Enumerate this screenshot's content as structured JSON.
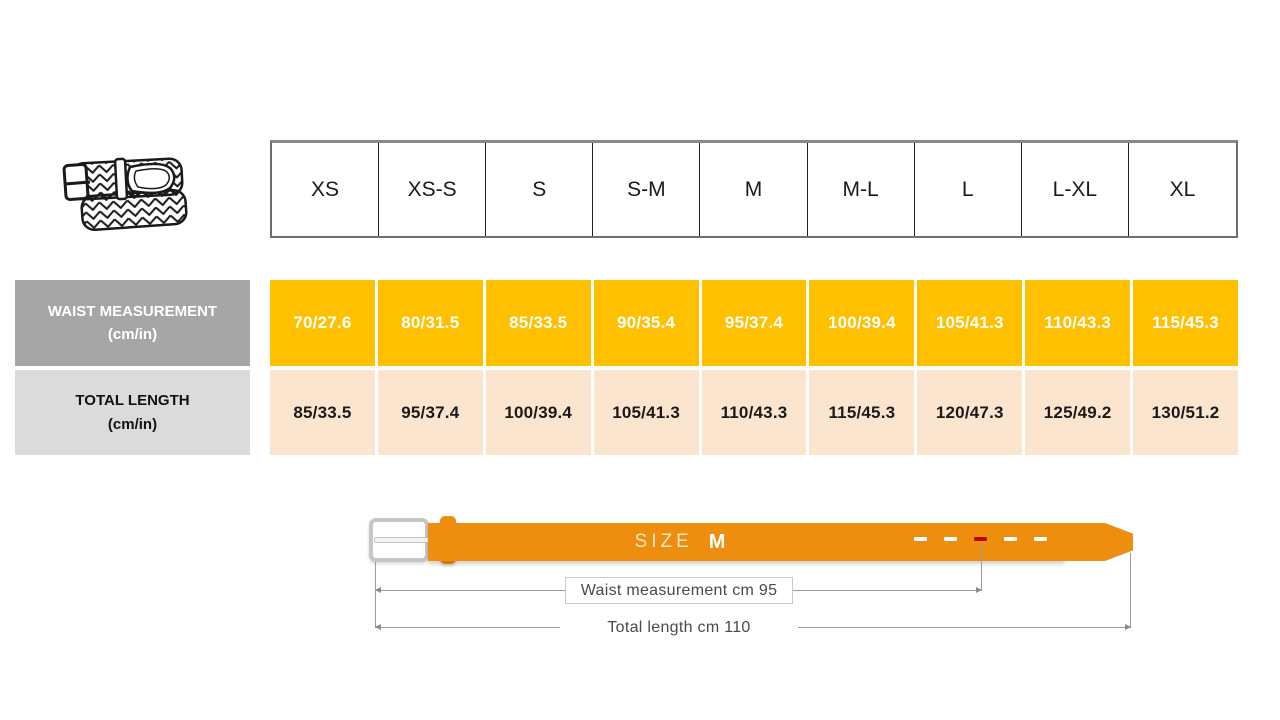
{
  "colors": {
    "amber": "#FFC000",
    "peach": "#FCE5CE",
    "gray_label_bg": "#A6A6A6",
    "light_label_bg": "#DBDBDB",
    "belt_orange": "#EE8E0E",
    "hole_white": "#FFFFFF",
    "hole_red": "#C00000",
    "buckle_silver": "#C6C6C6",
    "line_gray": "#9B9B9B",
    "diagram_text": "#4A4A4A"
  },
  "chart_data": {
    "type": "table",
    "columns": [
      "XS",
      "XS-S",
      "S",
      "S-M",
      "M",
      "M-L",
      "L",
      "L-XL",
      "XL"
    ],
    "rows": [
      {
        "label": "WAIST MEASUREMENT (cm/in)",
        "values": [
          "70/27.6",
          "80/31.5",
          "85/33.5",
          "90/35.4",
          "95/37.4",
          "100/39.4",
          "105/41.3",
          "110/43.3",
          "115/45.3"
        ]
      },
      {
        "label": "TOTAL LENGTH (cm/in)",
        "values": [
          "85/33.5",
          "95/37.4",
          "100/39.4",
          "105/41.3",
          "110/43.3",
          "115/45.3",
          "120/47.3",
          "125/49.2",
          "130/51.2"
        ]
      }
    ]
  },
  "table": {
    "sizes": [
      "XS",
      "XS-S",
      "S",
      "S-M",
      "M",
      "M-L",
      "L",
      "L-XL",
      "XL"
    ],
    "waist_label": "WAIST MEASUREMENT",
    "waist_unit": "(cm/in)",
    "length_label": "TOTAL LENGTH",
    "length_unit": "(cm/in)",
    "waist_values": [
      "70/27.6",
      "80/31.5",
      "85/33.5",
      "90/35.4",
      "95/37.4",
      "100/39.4",
      "105/41.3",
      "110/43.3",
      "115/45.3"
    ],
    "length_values": [
      "85/33.5",
      "95/37.4",
      "100/39.4",
      "105/41.3",
      "110/43.3",
      "115/45.3",
      "120/47.3",
      "125/49.2",
      "130/51.2"
    ]
  },
  "diagram": {
    "size_word": "SIZE",
    "size_value": "M",
    "waist_line_label": "Waist measurement cm 95",
    "total_line_label": "Total length cm 110",
    "holes": [
      "white",
      "white",
      "red",
      "white",
      "white"
    ]
  },
  "icons": {
    "belt_icon": "braided-belt-illustration"
  }
}
